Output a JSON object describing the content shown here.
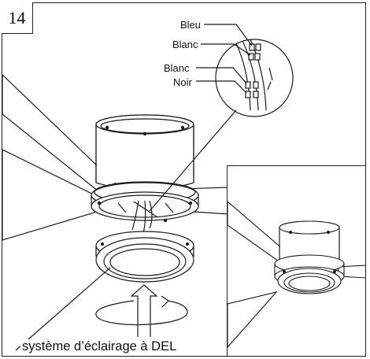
{
  "step": {
    "number": "14"
  },
  "labels": {
    "wire_blue": "Bleu",
    "wire_white_1": "Blanc",
    "wire_white_2": "Blanc",
    "wire_black": "Noir"
  },
  "caption": "système d’éclairage à DEL"
}
